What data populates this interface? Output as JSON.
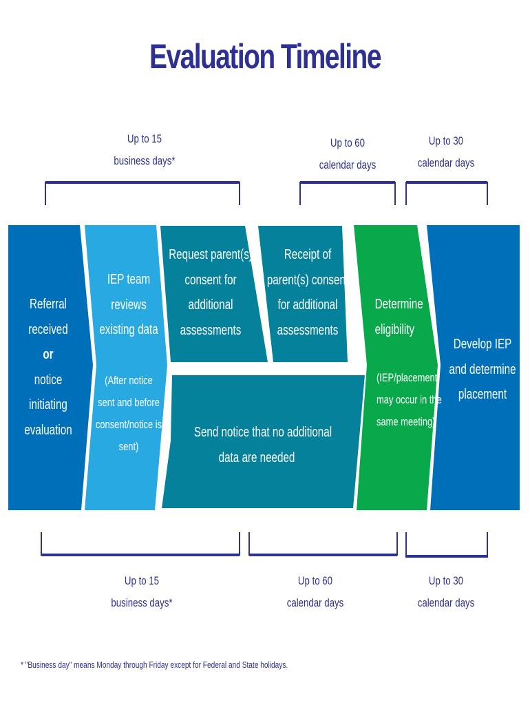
{
  "title": "Evaluation Timeline",
  "colors": {
    "title": "#2E3192",
    "bracket": "#2E3192",
    "step_referral": "#006FB9",
    "step_review": "#29A9E1",
    "step_consent": "#06819B",
    "step_eligibility": "#08A84B",
    "step_develop": "#006FB9"
  },
  "top_durations": [
    {
      "line1": "Up to 15",
      "line2": "business days*"
    },
    {
      "line1": "Up to 60",
      "line2": "calendar days"
    },
    {
      "line1": "Up to 30",
      "line2": "calendar days"
    }
  ],
  "bottom_durations": [
    {
      "line1": "Up to 15",
      "line2": "business days*"
    },
    {
      "line1": "Up to 60",
      "line2": "calendar days"
    },
    {
      "line1": "Up to 30",
      "line2": "calendar days"
    }
  ],
  "steps": {
    "referral": {
      "lines": [
        "Referral",
        "received",
        "or",
        "notice",
        "initiating",
        "evaluation"
      ]
    },
    "review": {
      "lines": [
        "IEP team",
        "reviews",
        "existing data"
      ],
      "note": [
        "(After notice",
        "sent and before",
        "consent/notice is",
        "sent)"
      ]
    },
    "request_consent": {
      "lines": [
        "Request parent(s)",
        "consent for",
        "additional",
        "assessments"
      ]
    },
    "receipt_consent": {
      "lines": [
        "Receipt of",
        "parent(s) consent",
        "for additional",
        "assessments"
      ]
    },
    "no_data_notice": {
      "lines": [
        "Send notice that no additional",
        "data are needed"
      ]
    },
    "eligibility": {
      "lines": [
        "Determine",
        "eligibility"
      ],
      "note": [
        "(IEP/placement",
        "may occur in the",
        "same meeting)"
      ]
    },
    "develop": {
      "lines": [
        "Develop IEP",
        "and determine",
        "placement"
      ]
    }
  },
  "footnote": "* \"Business day\" means Monday through Friday except for Federal and State holidays."
}
